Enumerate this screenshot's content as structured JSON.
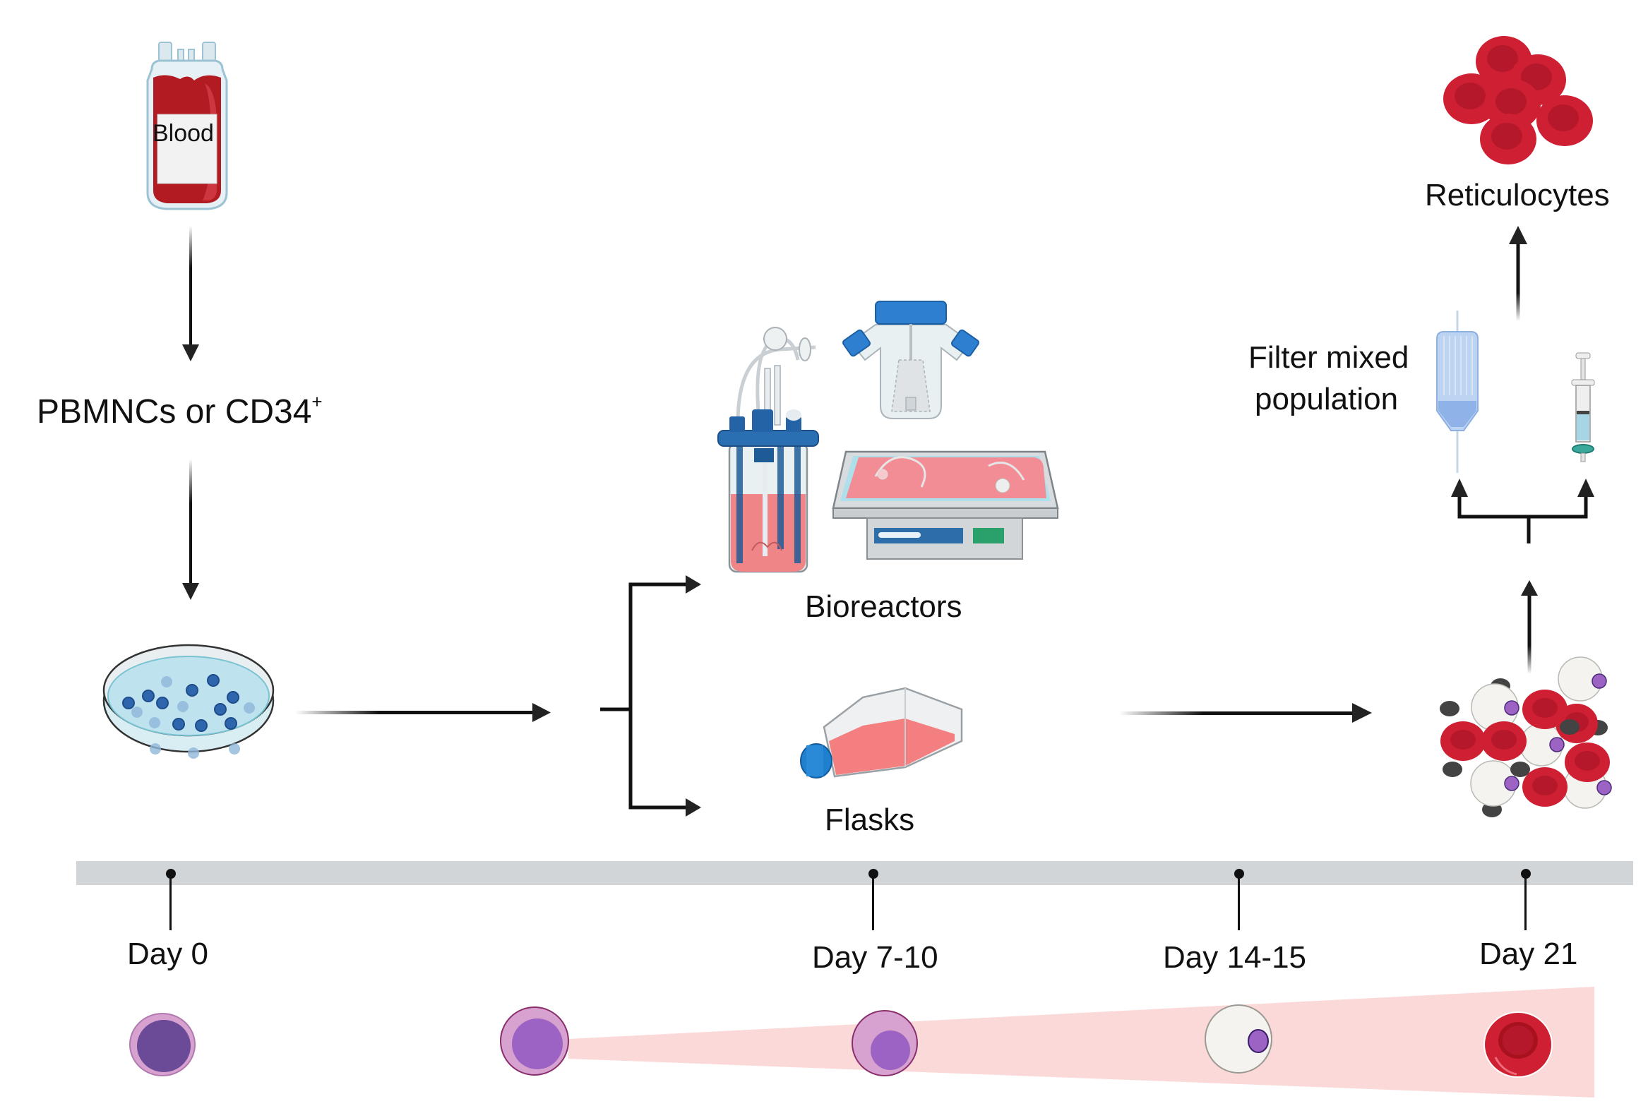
{
  "title": "Ex vivo red blood cell culture workflow",
  "labels": {
    "blood_bag": "Blood",
    "source_cells": "PBMNCs or CD34",
    "source_cells_sup": "+",
    "bioreactors": "Bioreactors",
    "flasks": "Flasks",
    "filter": "Filter mixed population",
    "filter_line1": "Filter mixed",
    "filter_line2": "population",
    "product": "Reticulocytes"
  },
  "timeline": {
    "markers": [
      {
        "label": "Day 0"
      },
      {
        "label": "Day 7-10"
      },
      {
        "label": "Day 14-15"
      },
      {
        "label": "Day 21"
      }
    ]
  },
  "cell_stages": [
    {
      "name": "hematopoietic-progenitor"
    },
    {
      "name": "proerythroblast"
    },
    {
      "name": "erythroblast"
    },
    {
      "name": "orthochromatic-erythroblast"
    },
    {
      "name": "reticulocyte"
    }
  ],
  "colors": {
    "arrow": "#111111",
    "timeline_bar": "#d1d5d8",
    "expansion_wedge": "#fcd9d9",
    "rbc": "#cf1f33",
    "rbc_center": "#b5182a",
    "nucleus_purple": "#9d63c4",
    "cytoplasm_lilac": "#d7a1d0",
    "progenitor_nucleus": "#6b4a98",
    "pale_cell": "#f4f3ef",
    "pyrenocyte": "#434343",
    "cap_blue": "#2f7fd1",
    "media_pink": "#f2858a",
    "dish_blue": "#bfe3ee"
  }
}
